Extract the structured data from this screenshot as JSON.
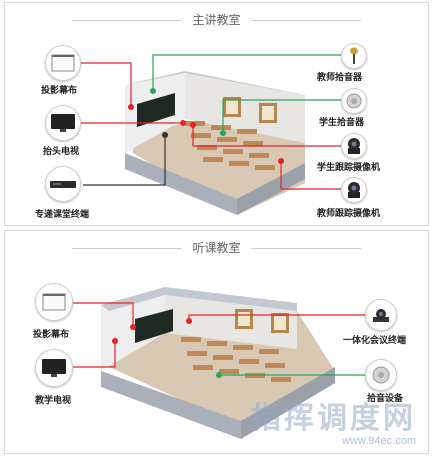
{
  "sections": {
    "main": {
      "title": "主讲教室",
      "devices": {
        "projection_screen": "投影幕布",
        "overhead_tv": "抬头电视",
        "dedicated_terminal": "专递课堂终端",
        "teacher_mic": "教师拾音器",
        "student_mic": "学生拾音器",
        "student_camera": "学生跟踪摄像机",
        "teacher_camera": "教师跟踪摄像机"
      }
    },
    "listen": {
      "title": "听课教室",
      "devices": {
        "projection_screen": "投影幕布",
        "teaching_tv": "教学电视",
        "conference_terminal": "一体化会议终端",
        "audio_device": "拾音设备"
      }
    }
  },
  "watermark": {
    "text": "指挥调度网",
    "url": "www.94ec.com"
  },
  "colors": {
    "red_line": "#e0262b",
    "green_line": "#2aa45a",
    "dark_line": "#333333",
    "wall": "#a9b0ba",
    "floor": "#d9c9b4"
  }
}
